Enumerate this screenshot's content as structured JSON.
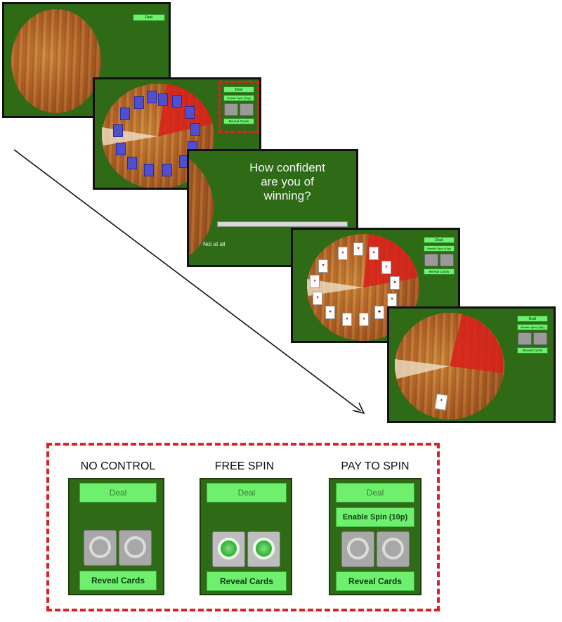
{
  "screen1": {
    "deal_label": "Deal"
  },
  "screen2": {
    "deal_label": "Deal",
    "enable_spin_label": "Enable Spin (10p)",
    "reveal_label": "Reveal Cards"
  },
  "screen3": {
    "question": "How confident are you of winning?",
    "question_line1": "How confident",
    "question_line2": "are you of",
    "question_line3": "winning?",
    "scale_left": "Not at all"
  },
  "screen4": {
    "deal_label": "Deal",
    "enable_spin_label": "Enable Spin (10p)",
    "reveal_label": "Reveal Cards"
  },
  "screen5": {
    "deal_label": "Deal",
    "enable_spin_label": "Enable Spin (10p)",
    "reveal_label": "Reveal Cards"
  },
  "conditions": [
    {
      "title": "NO CONTROL",
      "deal": "Deal",
      "reveal": "Reveal Cards",
      "spin_buttons_active": false
    },
    {
      "title": "FREE SPIN",
      "deal": "Deal",
      "reveal": "Reveal Cards",
      "spin_buttons_active": true
    },
    {
      "title": "PAY TO SPIN",
      "deal": "Deal",
      "enable_spin": "Enable Spin (10p)",
      "reveal": "Reveal Cards",
      "spin_buttons_active": false
    }
  ],
  "colors": {
    "table_green": "#2f6b16",
    "button_green": "#6ef06e",
    "highlight_red": "#e02020",
    "card_back_blue": "#4f4fd0"
  }
}
